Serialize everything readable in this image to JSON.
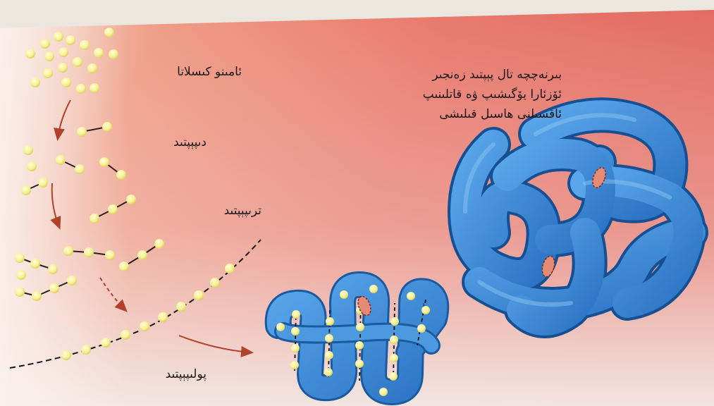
{
  "labels": {
    "amino_acids": "ئامىنو كىسلاتا",
    "dipeptide": "دىپېپتىد",
    "tripeptide": "ترىپېپتىد",
    "polypeptide": "پولىپېپتىد"
  },
  "caption": {
    "line1": "بىرنەچچە تال پېپتىد زەنجىر",
    "line2": "ئۆزئارا يۆگىشىپ ۋە قاتلىنىپ",
    "line3": "ئاقسىلنى ھاسىل قىلىشى"
  },
  "colors": {
    "background_warm": "#e8776b",
    "background_pale": "#f4e9e6",
    "amino_acid": "#f3f08a",
    "protein_tube": "#3b8bd6",
    "protein_tube_dark": "#1f5fa8",
    "arrow": "#b0422c",
    "disulfide": "#e58a74"
  },
  "icons": {
    "arrow": "process-arrow",
    "bead": "amino-acid-bead",
    "bond": "disulfide-bond"
  }
}
